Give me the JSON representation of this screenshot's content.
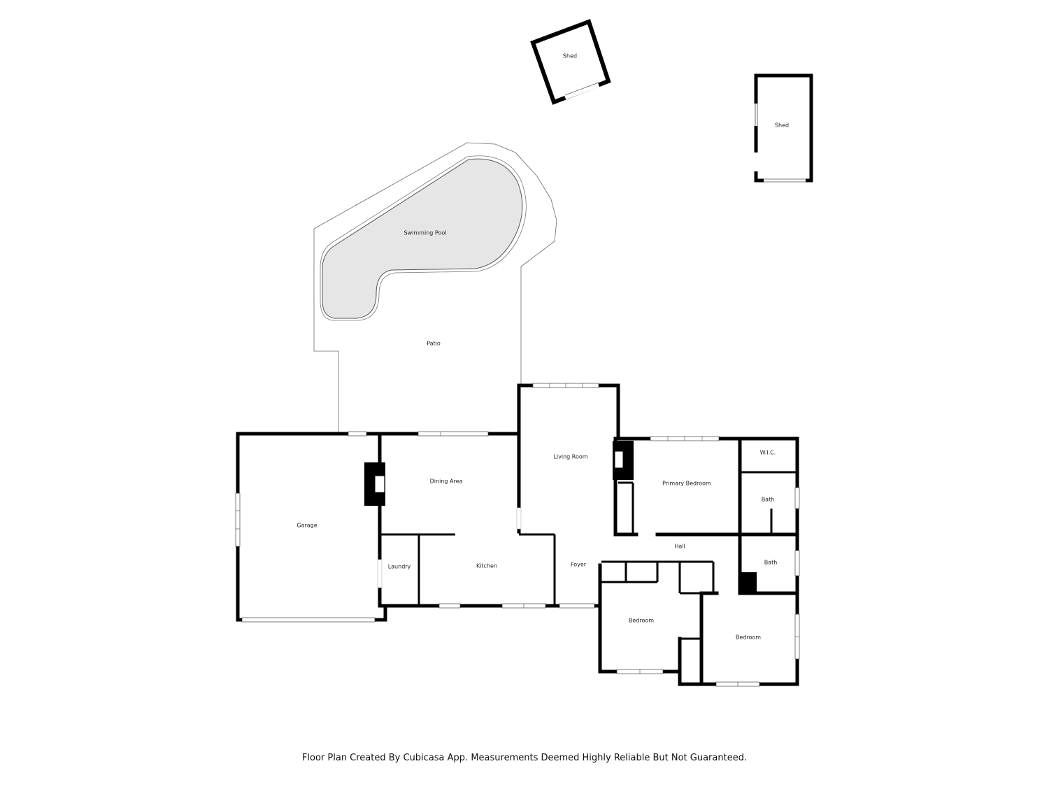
{
  "rooms": {
    "shed_1": "Shed",
    "shed_2": "Shed",
    "swimming_pool": "Swimming Pool",
    "patio": "Patio",
    "garage": "Garage",
    "dining_area": "Dining Area",
    "living_room": "Living Room",
    "primary_bedroom": "Primary Bedroom",
    "wic": "W.I.C.",
    "bath_1": "Bath",
    "hall": "Hall",
    "bath_2": "Bath",
    "laundry": "Laundry",
    "kitchen": "Kitchen",
    "foyer": "Foyer",
    "bedroom_1": "Bedroom",
    "bedroom_2": "Bedroom"
  },
  "footer": {
    "disclaimer": "Floor Plan Created By Cubicasa App. Measurements Deemed Highly Reliable But Not Guaranteed."
  },
  "colors": {
    "walls": "#000000",
    "pool_fill": "#e8e8e8",
    "background": "#ffffff"
  }
}
